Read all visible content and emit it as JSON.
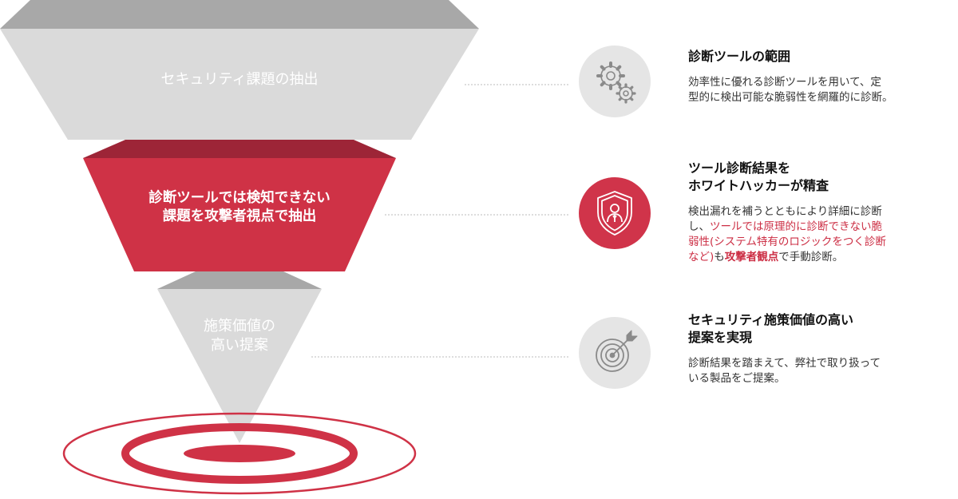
{
  "colors": {
    "gray_face": "#dadada",
    "gray_side": "#a8a8a8",
    "red_face": "#cf3246",
    "red_side": "#9d2537",
    "dotted_line": "#bbbbbb",
    "accent_text": "#cc2e44"
  },
  "funnel": {
    "tier1_label": "セキュリティ課題の抽出",
    "tier2_line1": "診断ツールでは検知できない",
    "tier2_line2": "課題を攻撃者視点で抽出",
    "tier3_line1": "施策価値の",
    "tier3_line2": "高い提案"
  },
  "items": [
    {
      "icon": "gears-icon",
      "title": "診断ツールの範囲",
      "desc_line1": "効率性に優れる診断ツールを用いて、定",
      "desc_line2": "型的に検出可能な脆弱性を網羅的に診断。"
    },
    {
      "icon": "shield-hacker-icon",
      "title_line1": "ツール診断結果を",
      "title_line2": "ホワイトハッカーが精査",
      "desc_line1": "検出漏れを補うとともにより詳細に診断",
      "desc_line2_plain": "し、",
      "desc_line2_hl": "ツールでは原理的に診断できない脆",
      "desc_line3": "弱性(システム特有のロジックをつく診断",
      "desc_line4_hl": "など)",
      "desc_line4_mid": "も",
      "desc_line4_bold": "攻撃者観点",
      "desc_line4_end": "で手動診断。"
    },
    {
      "icon": "target-arrow-icon",
      "title_line1": "セキュリティ施策価値の高い",
      "title_line2": "提案を実現",
      "desc_line1": "診断結果を踏まえて、弊社で取り扱って",
      "desc_line2": "いる製品をご提案。"
    }
  ]
}
